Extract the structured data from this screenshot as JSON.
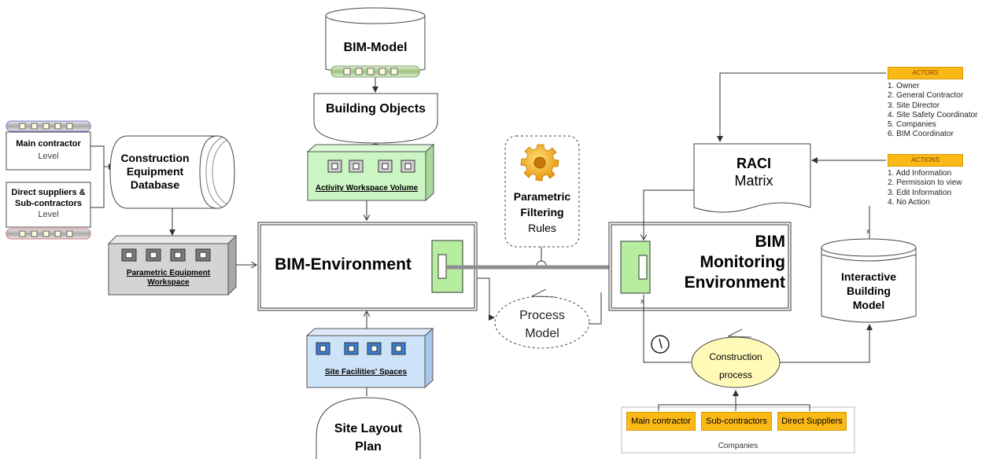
{
  "bim_model": {
    "label": "BIM-Model"
  },
  "building_objects": {
    "label": "Building Objects"
  },
  "main_contractor_level": {
    "title": "Main contractor",
    "sub": "Level"
  },
  "direct_suppliers_level": {
    "title_line1": "Direct suppliers &",
    "title_line2": "Sub-contractors",
    "sub": "Level"
  },
  "equipment_db": {
    "line1": "Construction",
    "line2": "Equipment",
    "line3": "Database"
  },
  "param_equipment": {
    "line1": "Parametric Equipment",
    "line2": "Workspace"
  },
  "activity_workspace": {
    "label": "Activity Workspace Volume"
  },
  "bim_environment": {
    "label": "BIM-Environment"
  },
  "site_facilities": {
    "label": "Site Facilities' Spaces"
  },
  "site_layout": {
    "line1": "Site Layout",
    "line2": "Plan"
  },
  "parametric_filtering": {
    "line1": "Parametric",
    "line2": "Filtering",
    "line3": "Rules"
  },
  "process_model": {
    "line1": "Process",
    "line2": "Model"
  },
  "raci": {
    "line1": "RACI",
    "line2": "Matrix"
  },
  "bim_monitoring": {
    "line1": "BIM",
    "line2": "Monitoring",
    "line3": "Environment"
  },
  "interactive_model": {
    "line1": "Interactive",
    "line2": "Building",
    "line3": "Model"
  },
  "construction_process": {
    "line1": "Construction",
    "line2": "process"
  },
  "actors": {
    "tag": "ACTORS",
    "items": [
      "1. Owner",
      "2. General Contractor",
      "3. Site Director",
      "4. Site Safety Coordinator",
      "5. Companies",
      "6. BIM Coordinator"
    ]
  },
  "actions": {
    "tag": "ACTIONS",
    "items": [
      "1. Add Information",
      "2. Permission to view",
      "3. Edit Information",
      "4. No Action"
    ]
  },
  "companies": {
    "caption": "Companies",
    "items": [
      "Main contractor",
      "Sub-contractors",
      "Direct Suppliers"
    ]
  },
  "colors": {
    "green_box": "#ccf5c4",
    "blue_box": "#cde3f8",
    "grey_box": "#d4d4d4",
    "yellow_ellipse": "#fffab8",
    "orange_tag": "#fbb917"
  }
}
